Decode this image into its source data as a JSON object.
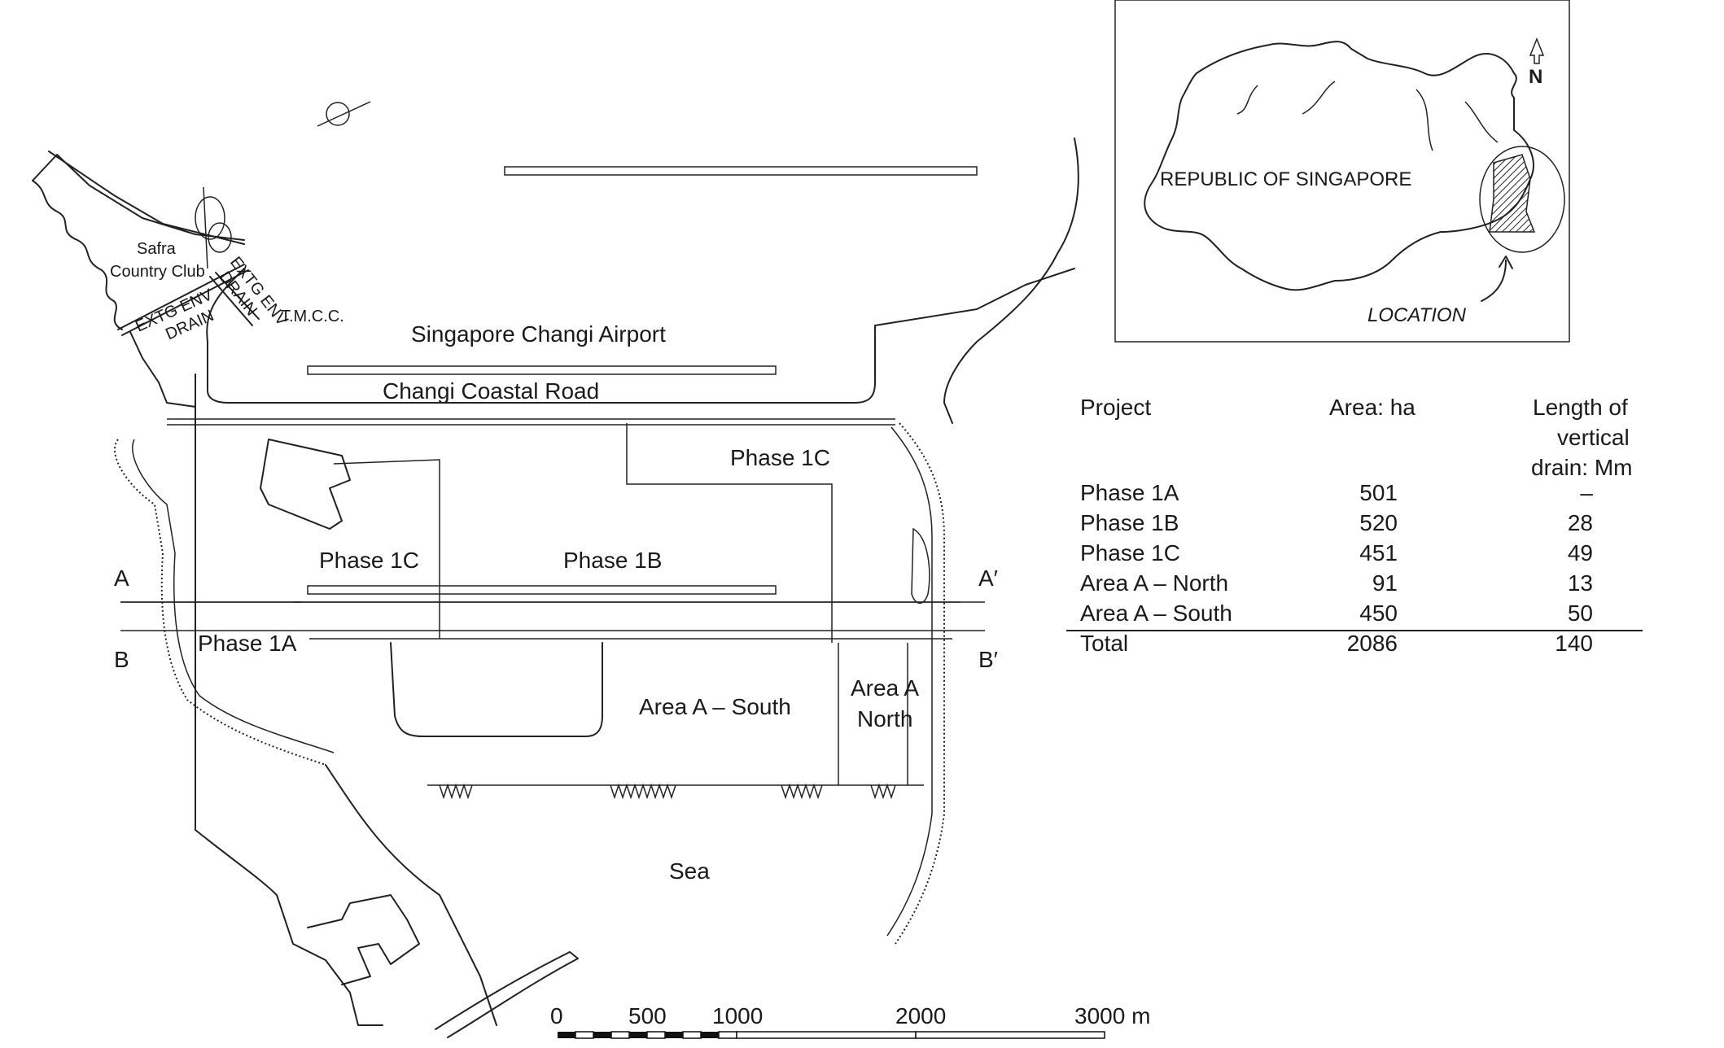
{
  "map": {
    "labels": {
      "safra": "Safra",
      "country_club": "Country Club",
      "extg_env_drain_1a": "EXTG ENV",
      "extg_env_drain_1b": "DRAIN",
      "extg_env_drain_2a": "EXTG ENV",
      "extg_env_drain_2b": "DRAIN",
      "tmcc": "T.M.C.C.",
      "airport": "Singapore Changi Airport",
      "coastal_road": "Changi Coastal Road",
      "phase_1c_east": "Phase 1C",
      "phase_1c_west": "Phase 1C",
      "phase_1b": "Phase 1B",
      "phase_1a": "Phase 1A",
      "area_a_south": "Area A – South",
      "area_a_north_1": "Area A",
      "area_a_north_2": "North",
      "sea": "Sea",
      "section_a": "A",
      "section_a_prime": "A′",
      "section_b": "B",
      "section_b_prime": "B′"
    },
    "inset": {
      "country": "REPUBLIC OF SINGAPORE",
      "location": "LOCATION",
      "north": "N"
    },
    "scale_bar": {
      "ticks": [
        "0",
        "500",
        "1000",
        "2000",
        "3000 m"
      ]
    }
  },
  "table": {
    "headers": {
      "project": "Project",
      "area": "Area: ha",
      "drain_1": "Length of",
      "drain_2": "vertical",
      "drain_3": "drain: Mm"
    },
    "rows": [
      {
        "project": "Phase 1A",
        "area": "501",
        "drain": "–"
      },
      {
        "project": "Phase 1B",
        "area": "520",
        "drain": "28"
      },
      {
        "project": "Phase 1C",
        "area": "451",
        "drain": "49"
      },
      {
        "project": "Area A – North",
        "area": "91",
        "drain": "13"
      },
      {
        "project": "Area A – South",
        "area": "450",
        "drain": "50"
      }
    ],
    "total": {
      "project": "Total",
      "area": "2086",
      "drain": "140"
    }
  }
}
